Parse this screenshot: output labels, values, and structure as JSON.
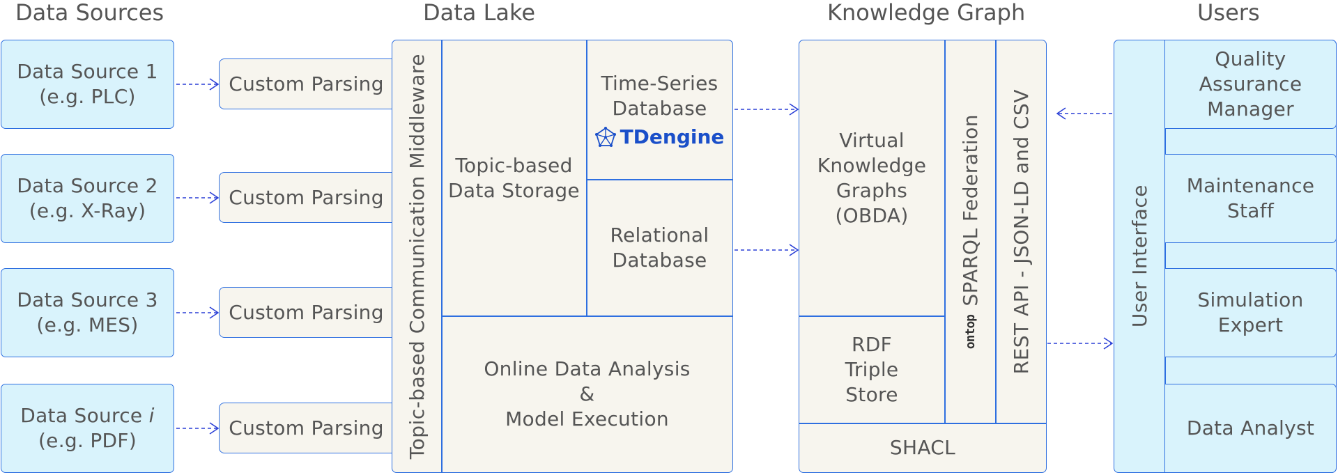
{
  "headers": {
    "data_sources": "Data Sources",
    "data_lake": "Data Lake",
    "knowledge_graph": "Knowledge Graph",
    "users": "Users"
  },
  "sources": [
    {
      "name": "Data Source 1",
      "example": "(e.g. PLC)"
    },
    {
      "name": "Data Source 2",
      "example": "(e.g. X-Ray)"
    },
    {
      "name": "Data Source 3",
      "example": "(e.g. MES)"
    },
    {
      "name": "Data Source ",
      "name_italic": "i",
      "example": "(e.g. PDF)"
    }
  ],
  "parsing_label": "Custom Parsing",
  "lake": {
    "middleware": "Topic-based Communication Middleware",
    "storage": "Topic-based\nData Storage",
    "timeseries": "Time-Series\nDatabase",
    "tdengine": "TDengine",
    "relational": "Relational\nDatabase",
    "analysis": "Online Data Analysis\n&\nModel Execution"
  },
  "kg": {
    "vkg": "Virtual\nKnowledge\nGraphs\n(OBDA)",
    "rdf": "RDF\nTriple\nStore",
    "sparql": "SPARQL Federation",
    "ontop": "ontop",
    "rest": "REST API - JSON-LD and CSV",
    "shacl": "SHACL"
  },
  "users": {
    "ui": "User Interface",
    "roles": [
      "Quality\nAssurance\nManager",
      "Maintenance\nStaff",
      "Simulation\nExpert",
      "Data Analyst"
    ]
  },
  "colors": {
    "source_fill": "#d9f3fc",
    "box_fill": "#f7f5ee",
    "border": "#2e6fe0",
    "arrow": "#2a3fd6",
    "tdengine": "#1a4fc9"
  }
}
